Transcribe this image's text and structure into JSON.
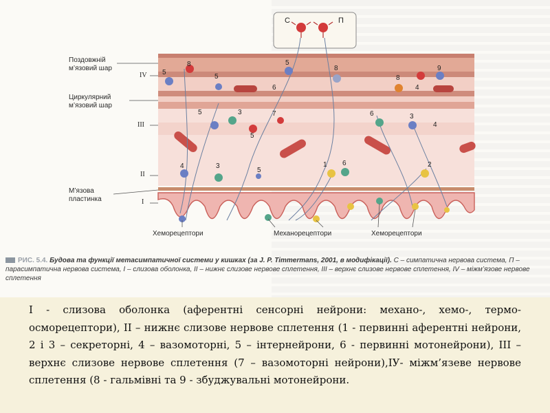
{
  "figure": {
    "system_labels": {
      "sympathetic": "С",
      "parasympathetic": "П"
    },
    "layer_labels": {
      "longitudinal": "Поздовжній\nм’язовий шар",
      "circular": "Циркулярний\nм’язовий шар",
      "muscularis_mucosae": "М’язова\nпластинка"
    },
    "roman_labels": {
      "iv": "IV",
      "iii": "III",
      "ii": "II",
      "i": "I"
    },
    "receptor_labels": {
      "chemo_left": "Хеморецептори",
      "mechano": "Механорецептори",
      "chemo_right": "Хеморецептори"
    },
    "neuron_numbers": [
      "8",
      "5",
      "5",
      "5",
      "8",
      "9",
      "6",
      "8",
      "4",
      "5",
      "3",
      "7",
      "5",
      "6",
      "3",
      "4",
      "4",
      "3",
      "1",
      "6",
      "2",
      "5"
    ],
    "colors": {
      "mucosa": "#e9a8a8",
      "muscle_band": "#d89a8e",
      "muscle_dark": "#c87a6c",
      "neuron_red": "#d33b3b",
      "neuron_blue": "#6b7fc4",
      "neuron_orange": "#e0832f",
      "neuron_green": "#54a58a",
      "neuron_yellow": "#e8c343"
    }
  },
  "caption": {
    "fig_number": "РИС. 5.4.",
    "title": "Будова та функції метасимпатичної системи у кишках (за J. P. Timmermans, 2001, в модифікації).",
    "text": "С – симпатична нервова система, П – парасимпатична нервова система, І – слизова оболонка, ІІ – нижнє слизове нервове сплетення, ІІІ – верхнє слизове нервове сплетення, IV – міжм’язове нервове сплетення"
  },
  "legend": "І - слизова оболонка (аферентні сенсорні нейрони: механо-, хемо-, термо-осморецептори), ІІ – нижнє слизове нервове сплетення (1 - первинні аферентні нейрони, 2 і 3 – секреторні, 4 – вазомоторні, 5 – інтернейрони, 6 - первинні мотонейрони), ІІІ – верхнє слизове нервове сплетення (7 – вазомоторні нейрони),ІУ- міжм’язеве нервове сплетення (8 - гальмівні та 9 - збуджувальні мотонейрони."
}
